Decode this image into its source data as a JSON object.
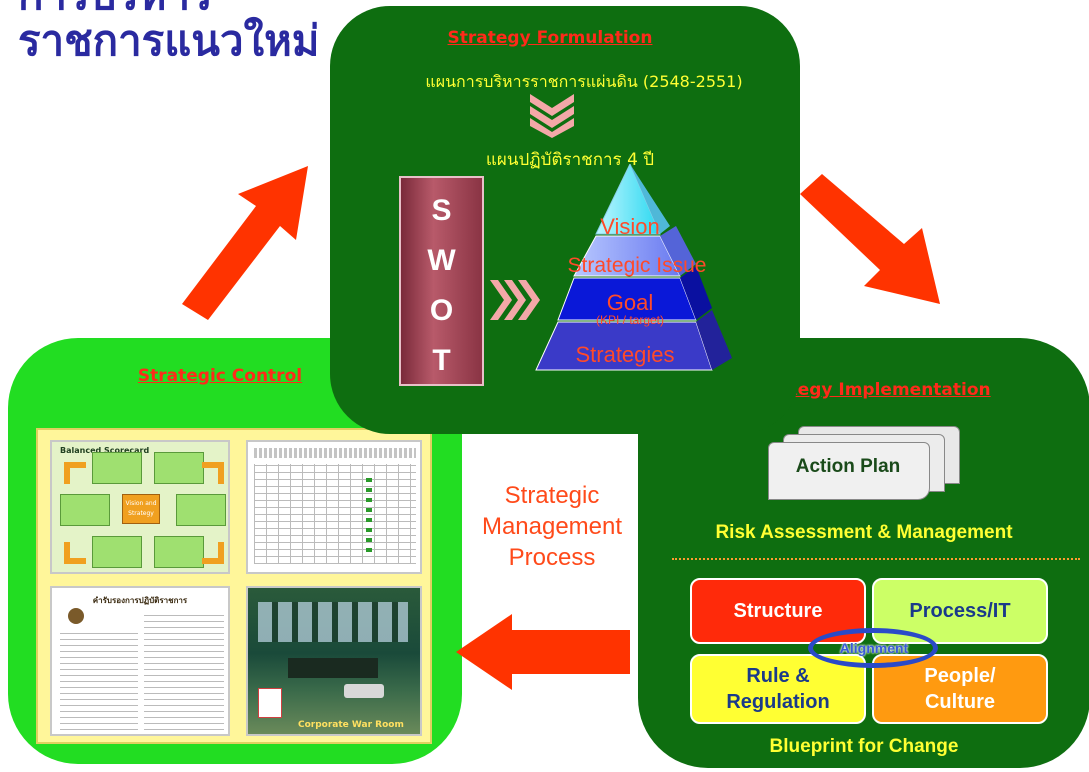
{
  "title": {
    "line1": "การบริหาร",
    "line2": "ราชการแนวใหม่"
  },
  "formulation": {
    "heading": "Strategy Formulation",
    "plan_national": "แผนการบริหารราชการแผ่นดิน (2548-2551)",
    "plan_4yr": "แผนปฏิบัติราชการ 4 ปี",
    "swot": [
      "S",
      "W",
      "O",
      "T"
    ],
    "pyramid": {
      "vision": "Vision",
      "issue": "Strategic Issue",
      "goal": "Goal",
      "goal_sub": "(KPI / target)",
      "strategies": "Strategies"
    }
  },
  "control": {
    "heading": "Strategic Control",
    "thumb_balanced": "Balanced Scorecard",
    "thumb_vision": "Vision and Strategy",
    "thumb_doc_title": "คำรับรองการปฏิบัติราชการ",
    "thumb_room": "Corporate War Room"
  },
  "center": {
    "line1": "Strategic",
    "line2": "Management",
    "line3": "Process"
  },
  "implementation": {
    "heading": "Strategy Implementation",
    "action_plan": "Action Plan",
    "risk": "Risk Assessment & Management",
    "structure": "Structure",
    "process_it": "Process/IT",
    "rule": "Rule &\nRegulation",
    "people": "People/\nCulture",
    "alignment": "Alignment",
    "blueprint": "Blueprint for Change"
  },
  "colors": {
    "dark_green": "#0e6e10",
    "light_green": "#22dd22",
    "arrow": "#ff3300",
    "heading_red": "#ff2a1a",
    "title_blue": "#2a2aa0"
  }
}
